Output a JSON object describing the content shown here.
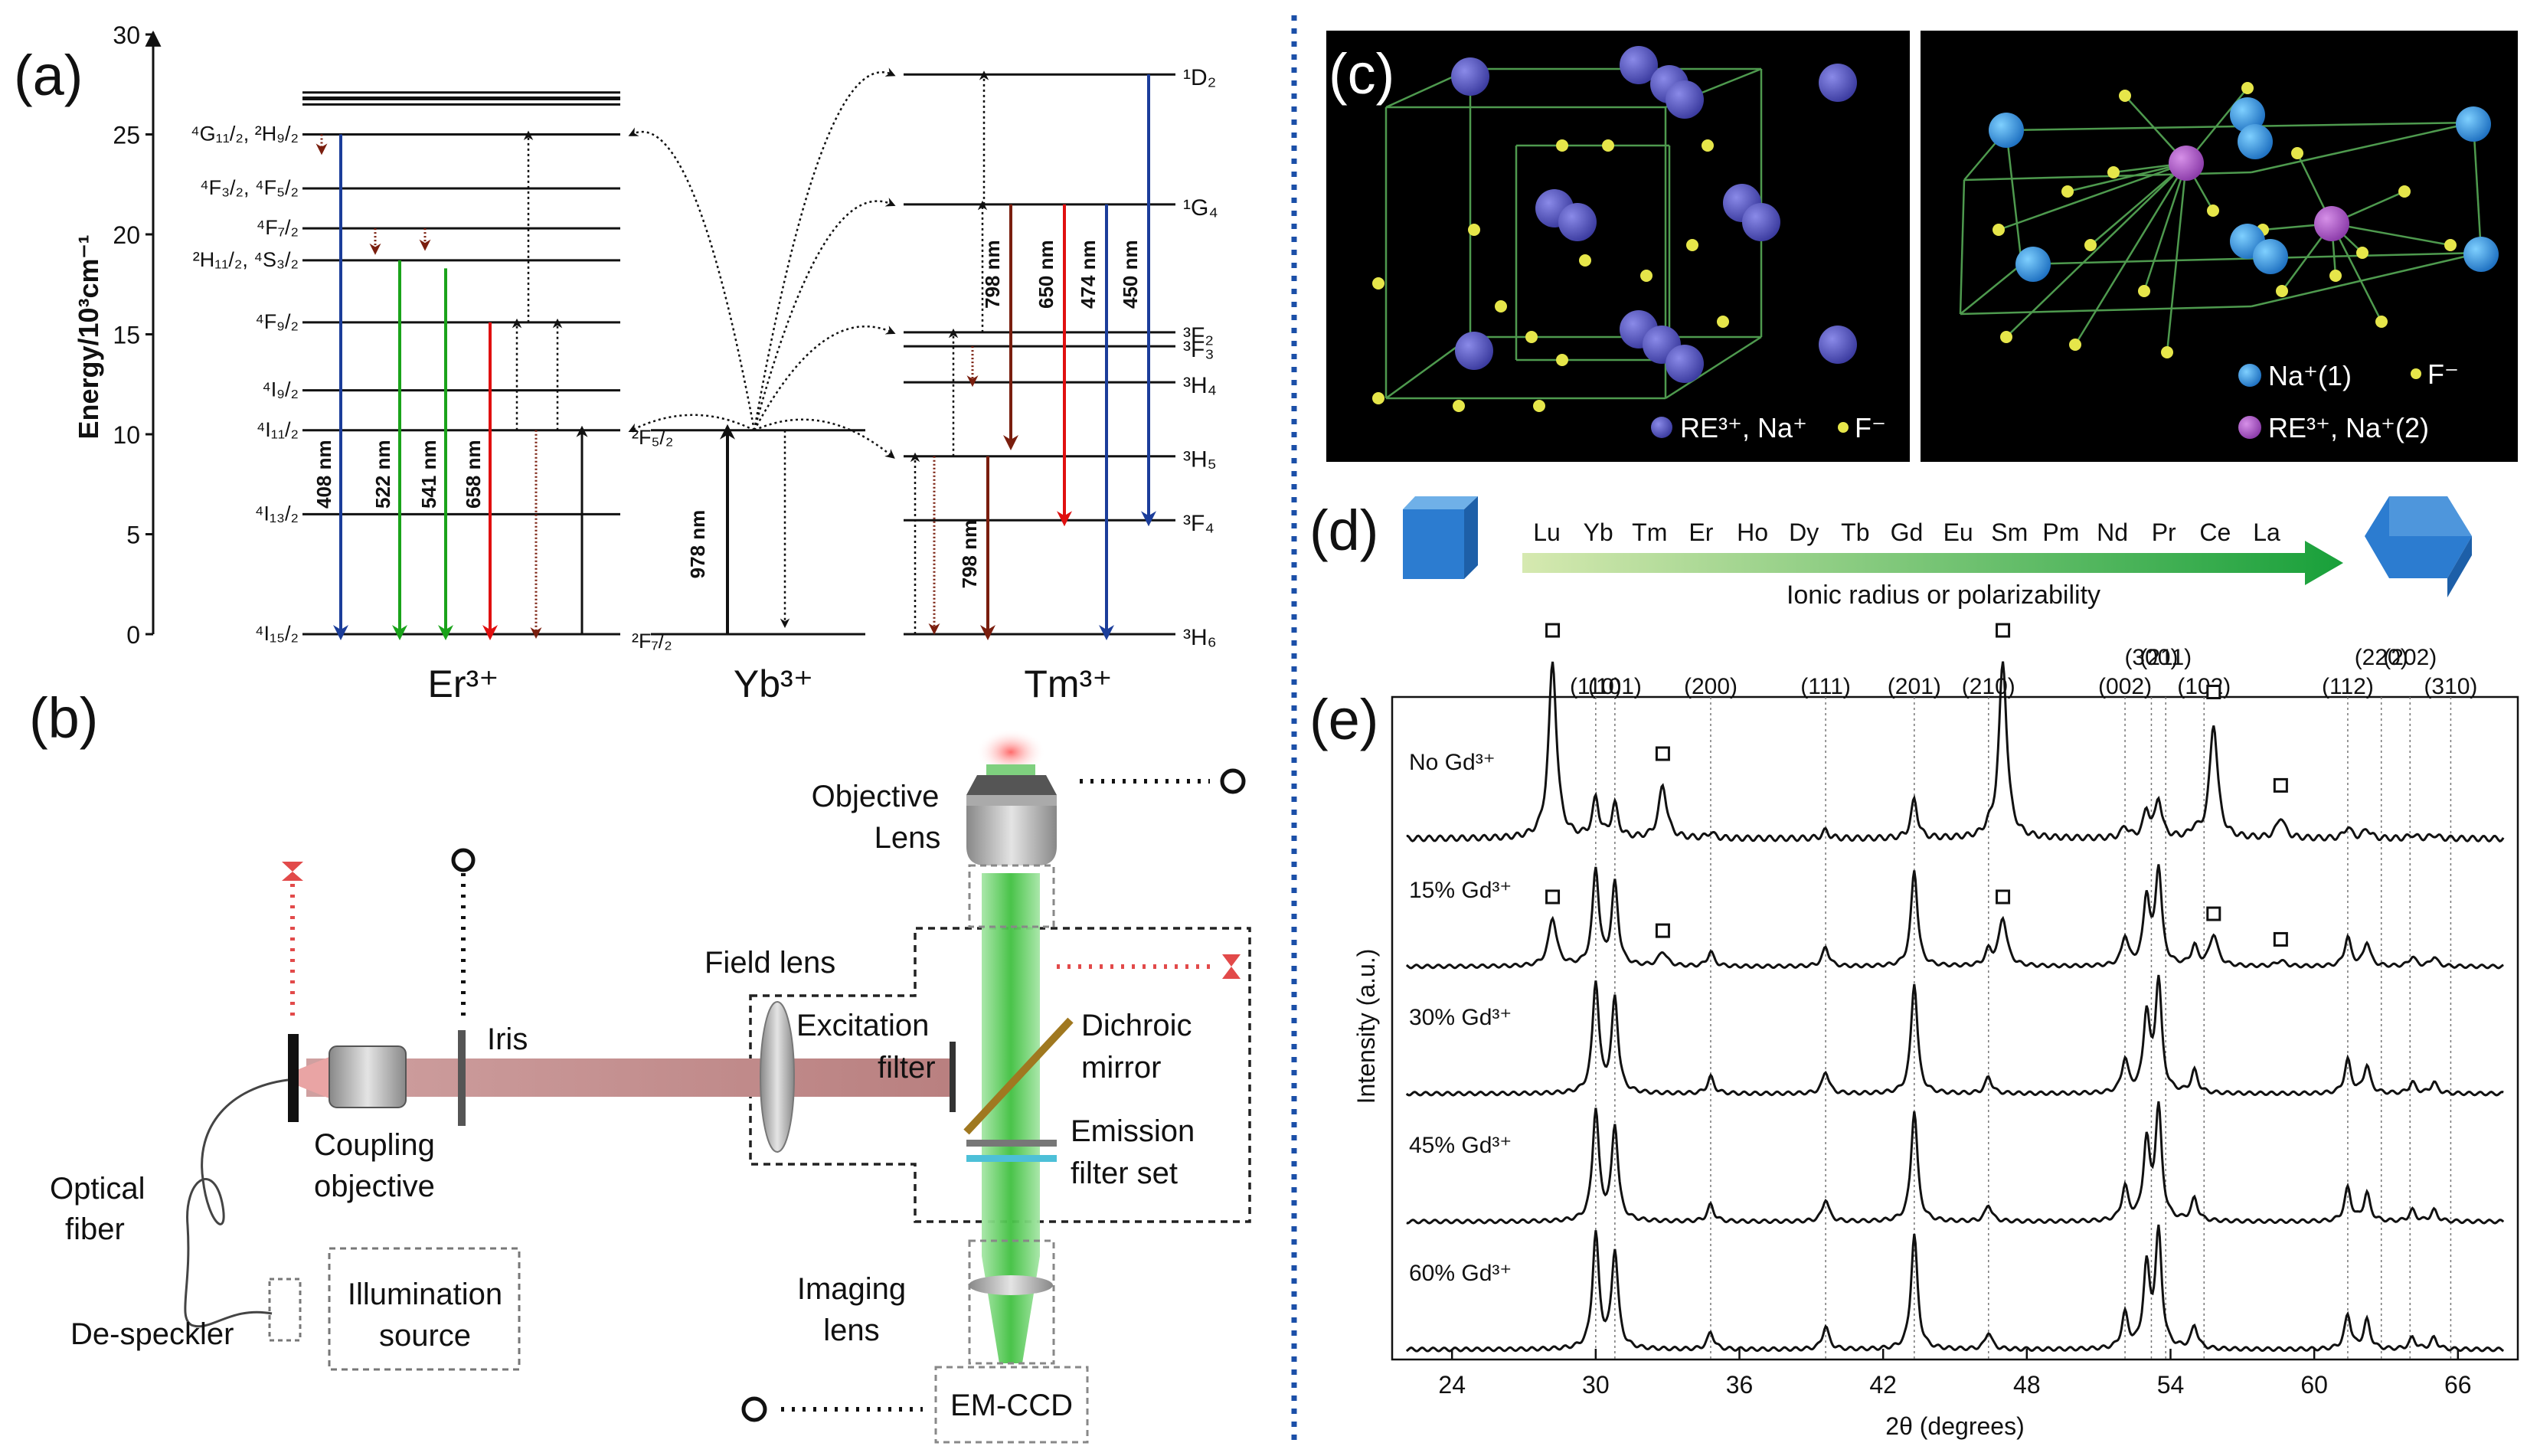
{
  "panels": {
    "a": "(a)",
    "b": "(b)",
    "c": "(c)",
    "d": "(d)",
    "e": "(e)"
  },
  "panel_a": {
    "ylabel": "Energy/10³cm⁻¹",
    "yticks": [
      0,
      5,
      10,
      15,
      20,
      25,
      30
    ],
    "ions": {
      "er": "Er³⁺",
      "yb": "Yb³⁺",
      "tm": "Tm³⁺"
    },
    "er_levels": [
      {
        "label": "⁴I₁₅/₂",
        "value": 0
      },
      {
        "label": "⁴I₁₃/₂",
        "value": 6.0
      },
      {
        "label": "⁴I₁₁/₂",
        "value": 10.2
      },
      {
        "label": "⁴I₉/₂",
        "value": 12.2
      },
      {
        "label": "⁴F₉/₂",
        "value": 15.6
      },
      {
        "label": "²H₁₁/₂, ⁴S₃/₂",
        "value": 18.7
      },
      {
        "label": "⁴F₇/₂",
        "value": 20.3
      },
      {
        "label": "⁴F₃/₂, ⁴F₅/₂",
        "value": 22.3
      },
      {
        "label": "⁴G₁₁/₂, ²H₉/₂",
        "value": 25.0
      }
    ],
    "yb_levels": [
      {
        "label": "²F₇/₂",
        "value": 0
      },
      {
        "label": "²F₅/₂",
        "value": 10.2
      }
    ],
    "tm_levels": [
      {
        "label": "³H₆",
        "value": 0
      },
      {
        "label": "³F₄",
        "value": 5.7
      },
      {
        "label": "³H₅",
        "value": 8.9
      },
      {
        "label": "³H₄",
        "value": 12.6
      },
      {
        "label": "³F₃",
        "value": 14.4
      },
      {
        "label": "³F₂",
        "value": 15.1
      },
      {
        "label": "¹G₄",
        "value": 21.5
      },
      {
        "label": "¹D₂",
        "value": 28.0
      }
    ],
    "er_emissions": [
      "408 nm",
      "522 nm",
      "541 nm",
      "658 nm"
    ],
    "yb_pump": "978 nm",
    "tm_emissions": [
      "798 nm",
      "798 nm",
      "650 nm",
      "474 nm",
      "450 nm"
    ]
  },
  "panel_b": {
    "objective_lens": [
      "Objective",
      "Lens"
    ],
    "field_lens": "Field lens",
    "iris": "Iris",
    "excitation_filter": [
      "Excitation",
      "filter"
    ],
    "dichroic_mirror": [
      "Dichroic",
      "mirror"
    ],
    "emission_filter": [
      "Emission",
      "filter set"
    ],
    "coupling_objective": [
      "Coupling",
      "objective"
    ],
    "optical_fiber": [
      "Optical",
      "fiber"
    ],
    "illumination_source": [
      "Illumination",
      "source"
    ],
    "despeckler": "De-speckler",
    "imaging_lens": [
      "Imaging",
      "lens"
    ],
    "emccd": "EM-CCD"
  },
  "panel_c": {
    "legend_left": {
      "re": "RE³⁺, Na⁺",
      "f": "F⁻"
    },
    "legend_right": {
      "na": "Na⁺(1)",
      "f": "F⁻",
      "re": "RE³⁺, Na⁺(2)"
    }
  },
  "panel_d": {
    "elements": [
      "Lu",
      "Yb",
      "Tm",
      "Er",
      "Ho",
      "Dy",
      "Tb",
      "Gd",
      "Eu",
      "Sm",
      "Pm",
      "Nd",
      "Pr",
      "Ce",
      "La"
    ],
    "arrow_label": "Ionic radius or polarizability"
  },
  "panel_e": {
    "xlabel": "2θ (degrees)",
    "ylabel": "Intensity (a.u.)",
    "xticks": [
      24,
      30,
      36,
      42,
      48,
      54,
      60,
      66
    ],
    "xlim": [
      21.5,
      68.5
    ],
    "peak_labels": [
      {
        "label": "(110)",
        "x": 30.0
      },
      {
        "label": "(101)",
        "x": 30.8
      },
      {
        "label": "(200)",
        "x": 34.8
      },
      {
        "label": "(111)",
        "x": 39.6
      },
      {
        "label": "(201)",
        "x": 43.3
      },
      {
        "label": "(210)",
        "x": 46.4
      },
      {
        "label": "(002)",
        "x": 52.1
      },
      {
        "label": "(300)",
        "x": 53.2
      },
      {
        "label": "(211)",
        "x": 53.8
      },
      {
        "label": "(102)",
        "x": 55.4
      },
      {
        "label": "(112)",
        "x": 61.4
      },
      {
        "label": "(220)",
        "x": 62.8
      },
      {
        "label": "(202)",
        "x": 64.0
      },
      {
        "label": "(310)",
        "x": 65.7
      }
    ],
    "traces": [
      "No Gd³⁺",
      "15% Gd³⁺",
      "30% Gd³⁺",
      "45% Gd³⁺",
      "60% Gd³⁺"
    ]
  }
}
